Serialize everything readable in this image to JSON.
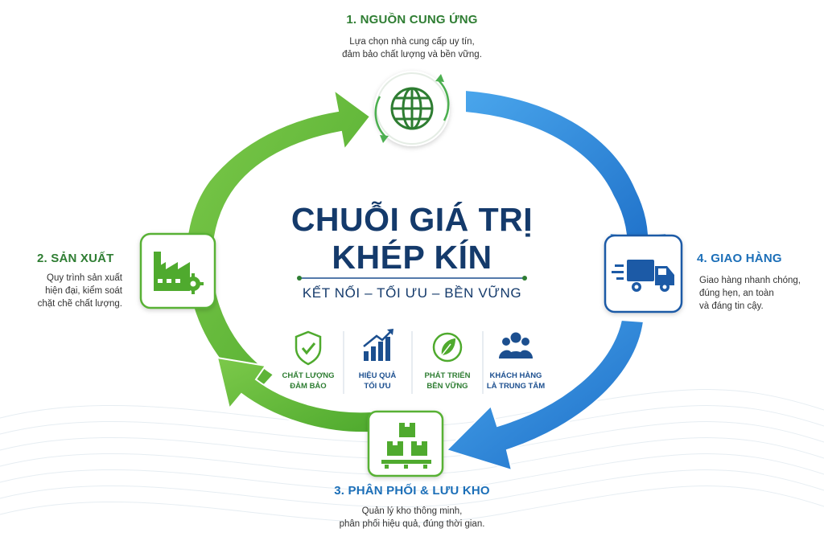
{
  "title_line1": "CHUỖI GIÁ TRỊ",
  "title_line2": "KHÉP KÍN",
  "tagline": "KẾT NỐI – TỐI ƯU – BỀN VỮNG",
  "steps": [
    {
      "title": "1. NGUỒN CUNG ỨNG",
      "desc_line1": "Lựa chọn nhà cung cấp uy tín,",
      "desc_line2": "đảm bảo chất lượng và bền vững.",
      "icon": "globe-icon"
    },
    {
      "title": "2. SẢN XUẤT",
      "desc_line1": "Quy trình sản xuất",
      "desc_line2": "hiện đại, kiểm soát",
      "desc_line3": "chặt chẽ chất lượng.",
      "icon": "factory-icon"
    },
    {
      "title": "3. PHÂN PHỐI & LƯU KHO",
      "desc_line1": "Quản lý kho thông minh,",
      "desc_line2": "phân phối hiệu quả, đúng thời gian.",
      "icon": "warehouse-boxes-icon"
    },
    {
      "title": "4. GIAO HÀNG",
      "desc_line1": "Giao hàng nhanh chóng,",
      "desc_line2": "đúng hẹn, an toàn",
      "desc_line3": "và đáng tin cậy.",
      "icon": "delivery-truck-icon"
    }
  ],
  "features": [
    {
      "line1": "CHẤT LƯỢNG",
      "line2": "ĐẢM BẢO",
      "icon": "shield-check-icon",
      "color": "#2e7d32"
    },
    {
      "line1": "HIỆU QUẢ",
      "line2": "TỐI ƯU",
      "icon": "bar-chart-icon",
      "color": "#1c4f8f"
    },
    {
      "line1": "PHÁT TRIỂN",
      "line2": "BỀN VỮNG",
      "icon": "leaf-icon",
      "color": "#2e7d32"
    },
    {
      "line1": "KHÁCH HÀNG",
      "line2": "LÀ TRUNG TÂM",
      "icon": "people-icon",
      "color": "#1c4f8f"
    }
  ],
  "colors": {
    "green": "#5cb83a",
    "green_dark": "#2e7d32",
    "blue": "#2a86d8",
    "blue_dark": "#1c4f8f",
    "navy": "#143a6b"
  }
}
